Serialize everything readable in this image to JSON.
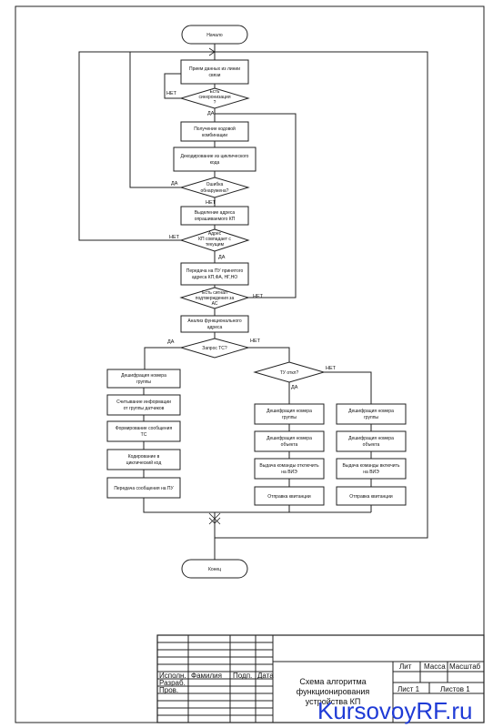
{
  "flow": {
    "start": "Начало",
    "end": "Конец",
    "b_receive": [
      "Прием данных из линии",
      "связи"
    ],
    "d_sync": [
      "Есть",
      "синхронизация",
      "?"
    ],
    "b_code": [
      "Получение кодовой",
      "комбинации"
    ],
    "b_decode": [
      "Декодирование из  циклического",
      "кода"
    ],
    "d_error": [
      "Ошибка",
      "обнаружена?"
    ],
    "b_addr": [
      "Выделение адреса",
      "опрашиваемого КП"
    ],
    "d_match": [
      "Адрес",
      "КП совпадает с",
      "текущим"
    ],
    "b_confirm": [
      "Передача на ПУ принятого",
      "адреса КП,ФА, НГ,НО"
    ],
    "d_ac": [
      "Есть сигнал",
      "подтверждения за",
      "АС"
    ],
    "b_func": [
      "Анализ функционального",
      "адреса"
    ],
    "d_ts": "Запрос ТС?",
    "d_tu": "ТУ откл?",
    "l_b1": [
      "Дешифрация номера",
      "группы"
    ],
    "l_b2": [
      "Считывание информации",
      "от группы датчиков"
    ],
    "l_b3": [
      "Формирование сообщения",
      "ТС"
    ],
    "l_b4": [
      "Кодирование в",
      "циклический код"
    ],
    "l_b5": [
      "Передача сообщения на ПУ"
    ],
    "m_b1": [
      "Дешифрация номера",
      "группы"
    ],
    "m_b2": [
      "Дешифрация номера",
      "объекта"
    ],
    "m_b3": [
      "Выдача команды отключить",
      "на  ВИЭ"
    ],
    "m_b4": [
      "Отправка квитанции"
    ],
    "r_b1": [
      "Дешифрация номера",
      "группы"
    ],
    "r_b2": [
      "Дешифрация номера",
      "объекта"
    ],
    "r_b3": [
      "Выдача команды включить",
      "на  ВИЭ"
    ],
    "r_b4": [
      "Отправка квитанции"
    ],
    "yes": "ДА",
    "no": "НЕТ"
  },
  "stamp": {
    "h_ispoln": "Исполн.",
    "h_familiya": "Фамилия",
    "h_podp": "Подп.",
    "h_data": "Дата",
    "razrab": "Разраб.",
    "prov": "Пров.",
    "title": [
      "Схема алгоритма",
      "функционирования",
      "устройства КП"
    ],
    "lit": "Лит",
    "massa": "Масса",
    "masshtab": "Масштаб",
    "list": "Лист  1",
    "listov": "Листов  1"
  },
  "watermark": "KursovoyRF.ru",
  "colors": {
    "watermark": "#1f3bd6",
    "line": "#222222"
  }
}
